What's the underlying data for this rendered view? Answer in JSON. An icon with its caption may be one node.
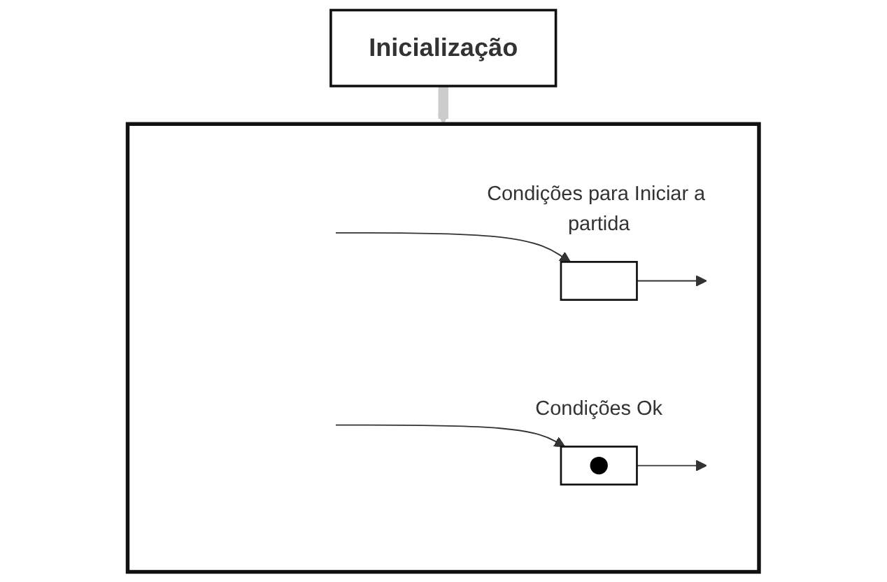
{
  "diagram": {
    "nodes": [
      {
        "text": [
          "Inicialização"
        ]
      },
      {
        "text": [],
        "shape": "box"
      },
      {
        "text": [],
        "shape": "box",
        "in": 1,
        "beside": [
          "Condições para Iniciar a partida"
        ]
      },
      {
        "text": [],
        "shape": "dot-box",
        "in": 1,
        "beside": [
          "Condições Ok"
        ]
      }
    ],
    "edges": [
      {
        "from": 0,
        "to": 1,
        "arrow": "to",
        "style": "thick",
        "color": "#cccccc"
      },
      {
        "from": null,
        "to": 2,
        "arrow": "to"
      },
      {
        "from": 2,
        "to": null,
        "arrow": "to"
      },
      {
        "from": null,
        "to": 3,
        "arrow": "to"
      },
      {
        "from": 3,
        "to": null,
        "arrow": "to"
      }
    ]
  }
}
